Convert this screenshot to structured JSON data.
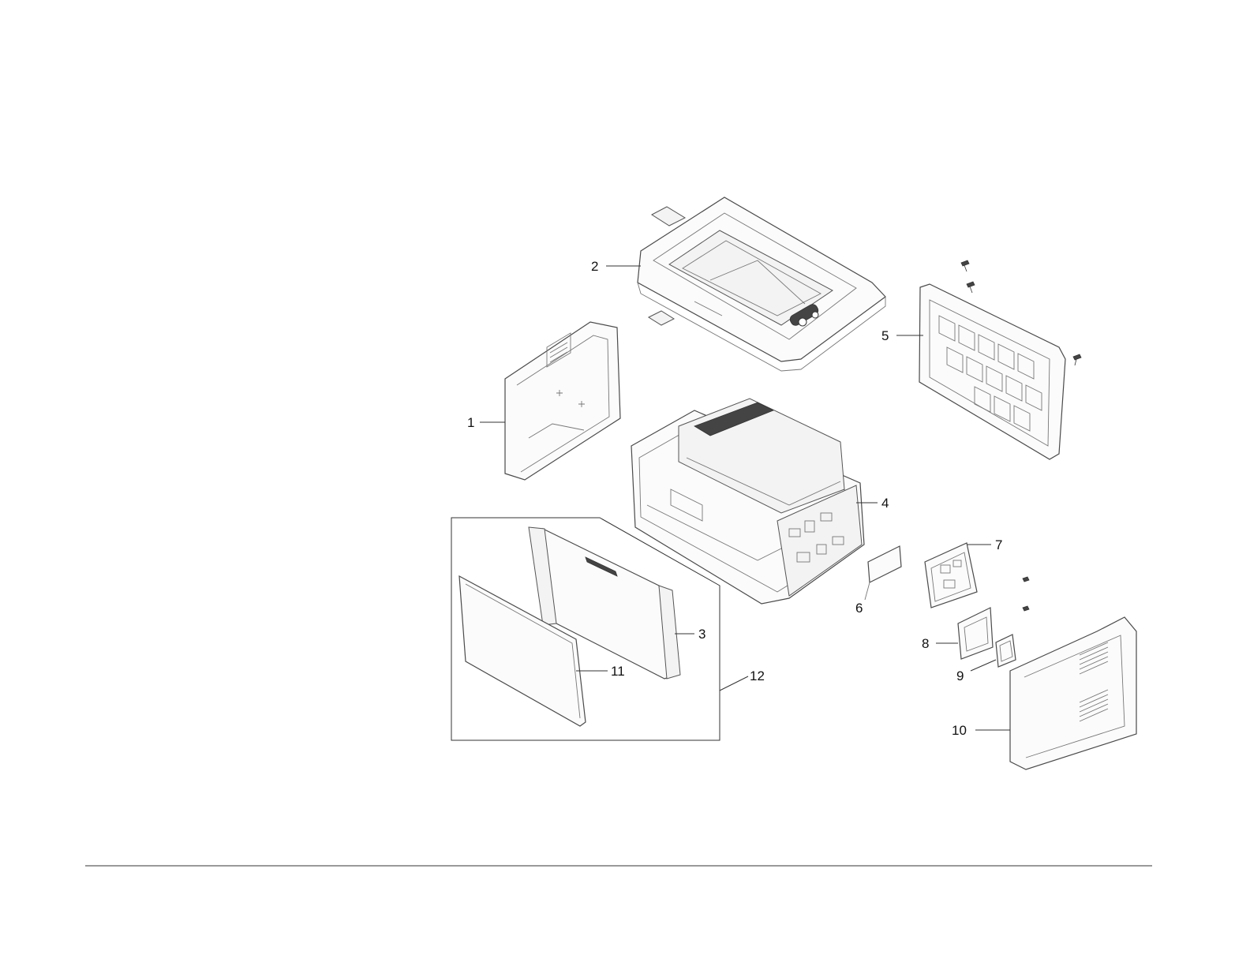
{
  "callouts": [
    {
      "id": "1",
      "text": "1"
    },
    {
      "id": "2",
      "text": "2"
    },
    {
      "id": "3",
      "text": "3"
    },
    {
      "id": "4",
      "text": "4"
    },
    {
      "id": "5",
      "text": "5"
    },
    {
      "id": "6",
      "text": "6"
    },
    {
      "id": "7",
      "text": "7"
    },
    {
      "id": "8",
      "text": "8"
    },
    {
      "id": "9",
      "text": "9"
    },
    {
      "id": "10",
      "text": "10"
    },
    {
      "id": "11",
      "text": "11"
    },
    {
      "id": "12",
      "text": "12"
    }
  ],
  "colors": {
    "line": "#4a4a4a",
    "fill": "#fbfbfb",
    "text": "#111111"
  }
}
